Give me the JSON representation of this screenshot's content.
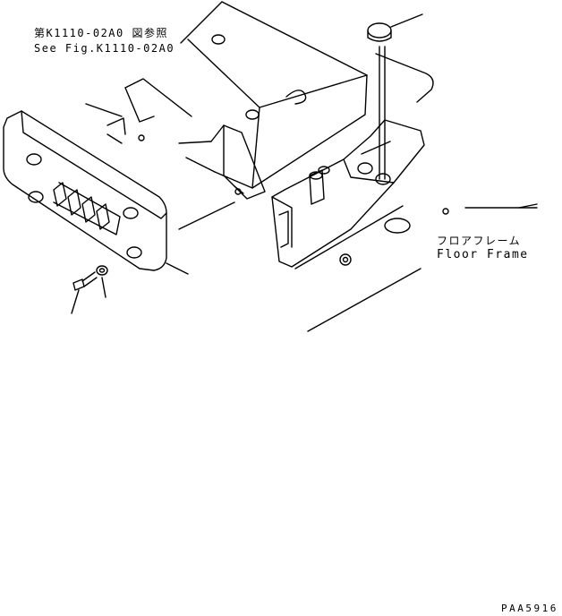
{
  "labels": {
    "reference_jp": "第K1110-02A0 図参照",
    "reference_en": "See Fig.K1110-02A0",
    "floor_jp": "フロアフレーム",
    "floor_en": "Floor Frame",
    "drawing_number": "PAA5916"
  },
  "parts": [
    {
      "name": "cover-box"
    },
    {
      "name": "grille-cover"
    },
    {
      "name": "bolt"
    },
    {
      "name": "washer"
    },
    {
      "name": "cap-plug"
    },
    {
      "name": "mounting-bracket"
    },
    {
      "name": "floor-frame"
    }
  ]
}
